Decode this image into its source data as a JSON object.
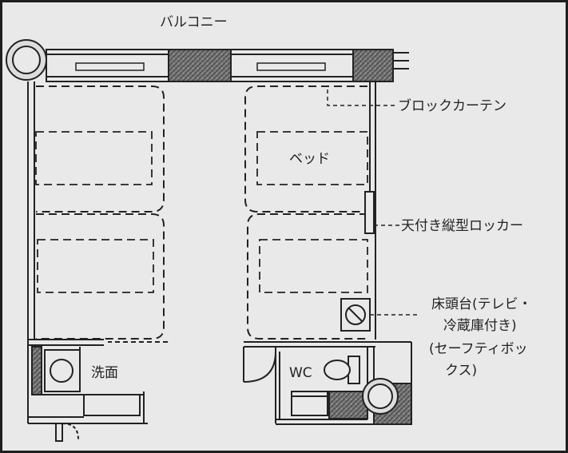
{
  "labels": {
    "balcony": "バルコニー",
    "block_curtain": "ブロックカーテン",
    "bed": "ベッド",
    "locker": "天付き縦型ロッカー",
    "bedside_line1": "床頭台(テレビ・",
    "bedside_line2": "冷蔵庫付き)",
    "bedside_line3": "(セーフティボッ",
    "bedside_line4": "クス)",
    "washroom": "洗面",
    "wc": "WC"
  },
  "colors": {
    "line": "#222222",
    "wall_fill": "#7d7d7d",
    "paper": "#e9e9e9"
  }
}
